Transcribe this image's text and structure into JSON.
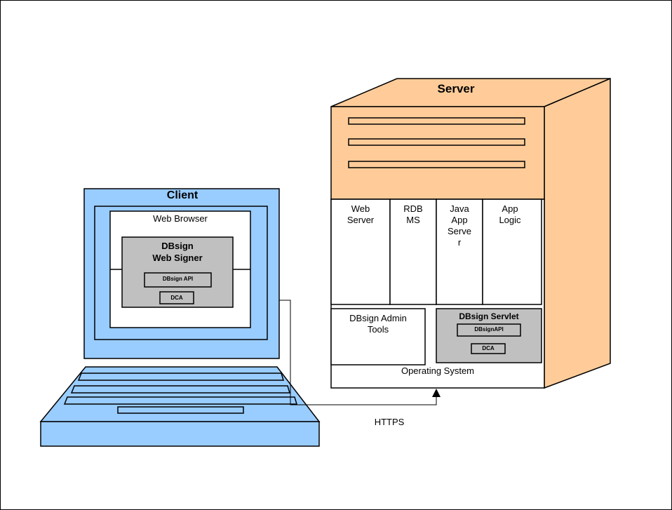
{
  "client": {
    "title": "Client",
    "browser_label": "Web Browser",
    "signer_title": "DBsign\nWeb Signer",
    "api_label": "DBsign API",
    "dca_label": "DCA"
  },
  "server": {
    "title": "Server",
    "components": [
      "Web\nServer",
      "RDB\nMS",
      "Java\nApp\nServe\nr",
      "App\nLogic"
    ],
    "admin_tools": "DBsign Admin\nTools",
    "servlet_title": "DBsign Servlet",
    "servlet_api_label": "DBsignAPI",
    "servlet_dca_label": "DCA",
    "os_label": "Operating System"
  },
  "connection": {
    "label": "HTTPS"
  },
  "colors": {
    "laptop_blue": "#99ccff",
    "server_peach": "#ffcc99",
    "module_gray": "#c0c0c0",
    "outline": "#000000"
  }
}
